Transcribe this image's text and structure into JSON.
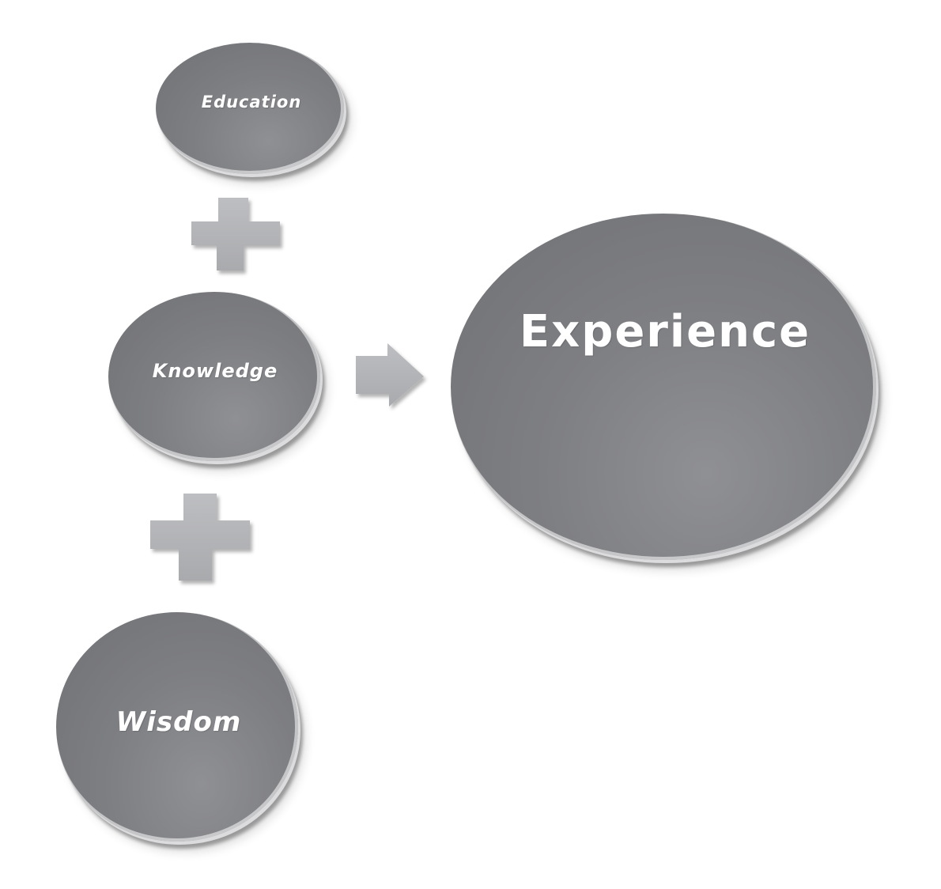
{
  "diagram": {
    "nodes": {
      "education": {
        "label": "Education"
      },
      "knowledge": {
        "label": "Knowledge"
      },
      "wisdom": {
        "label": "Wisdom"
      },
      "experience": {
        "label": "Experience"
      }
    },
    "symbols": {
      "plus_1": "plus-icon",
      "plus_2": "plus-icon",
      "arrow": "right-arrow-icon"
    },
    "colors": {
      "node_fill": "#7e7f83",
      "symbol_fill": "#b4b5b8",
      "label_text": "#ffffff"
    }
  }
}
